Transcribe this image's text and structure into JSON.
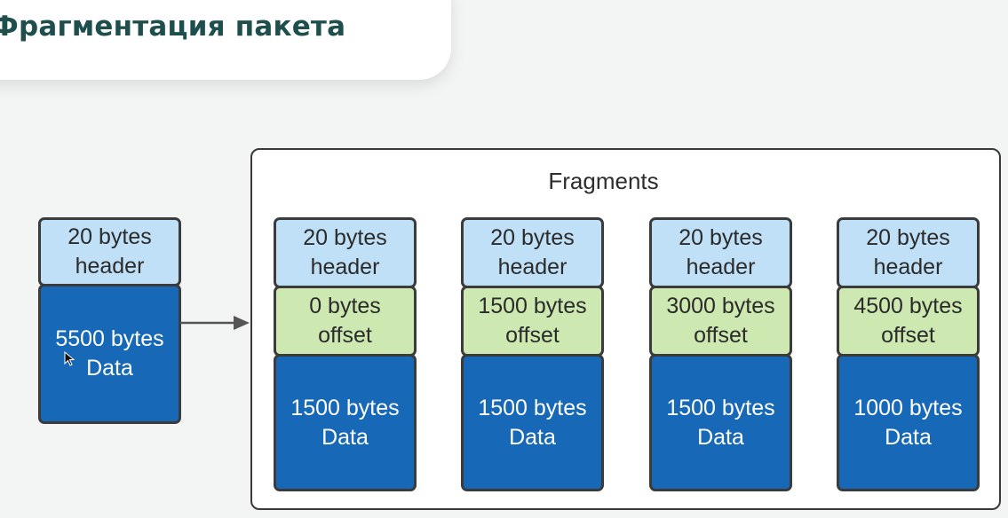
{
  "page_title": "Фрагментация пакета",
  "fragments_label": "Fragments",
  "original": {
    "header_1": "20 bytes",
    "header_2": "header",
    "data_1": "5500 bytes",
    "data_2": "Data"
  },
  "fragments": [
    {
      "header_1": "20 bytes",
      "header_2": "header",
      "offset_1": "0 bytes",
      "offset_2": "offset",
      "data_1": "1500 bytes",
      "data_2": "Data"
    },
    {
      "header_1": "20 bytes",
      "header_2": "header",
      "offset_1": "1500 bytes",
      "offset_2": "offset",
      "data_1": "1500 bytes",
      "data_2": "Data"
    },
    {
      "header_1": "20 bytes",
      "header_2": "header",
      "offset_1": "3000 bytes",
      "offset_2": "offset",
      "data_1": "1500 bytes",
      "data_2": "Data"
    },
    {
      "header_1": "20 bytes",
      "header_2": "header",
      "offset_1": "4500 bytes",
      "offset_2": "offset",
      "data_1": "1000 bytes",
      "data_2": "Data"
    }
  ],
  "colors": {
    "header_fill": "#bfe0f6",
    "offset_fill": "#cde8b0",
    "data_fill": "#1768b6",
    "title_text": "#1f4f4c"
  },
  "icons": [
    "arrow-right-icon",
    "mouse-cursor-icon"
  ]
}
